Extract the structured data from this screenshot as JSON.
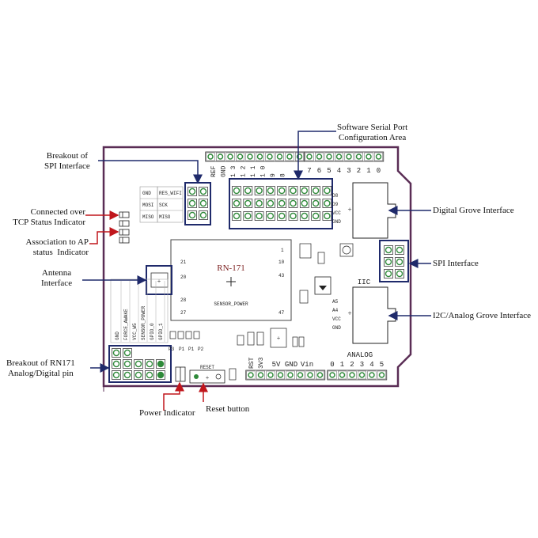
{
  "annotations": {
    "software_serial": "Software Serial Port\nConfiguration Area",
    "spi_breakout": "Breakout of\nSPI Interface",
    "tcp_status": "Connected over\nTCP Status Indicator",
    "ap_status": "Association to AP\nstatus  Indicator",
    "antenna": "Antenna\nInterface",
    "rn171_breakout": "Breakout of RN171\nAnalog/Digital pin",
    "power_indicator": "Power Indicator",
    "reset_button": "Reset button",
    "digital_grove": "Digital Grove Interface",
    "spi_interface": "SPI Interface",
    "i2c_grove": "I2C/Analog Grove Interface"
  },
  "board": {
    "module_name": "RN-171",
    "header_left_labels": [
      "REF",
      "GND",
      "1 3",
      "1 2",
      "1 1",
      "1 0",
      "9",
      "8"
    ],
    "header_right_labels": [
      "7",
      "6",
      "5",
      "4",
      "3",
      "2",
      "1",
      "0"
    ],
    "spi_labels": [
      "GND",
      "MOSI",
      "MISO",
      "RES_WIFI",
      "SCK",
      "MISO"
    ],
    "analog_title": "ANALOG",
    "analog_labels": [
      "0",
      "1",
      "2",
      "3",
      "4",
      "5"
    ],
    "power_labels": [
      "RST",
      "3V3",
      "5V",
      "GND",
      "Vin"
    ],
    "iic_label": "IIC",
    "grove_labels": [
      "D8",
      "D9",
      "VCC",
      "GND"
    ],
    "grove2_labels": [
      "A5",
      "A4",
      "VCC",
      "GND"
    ],
    "reset_label": "RESET",
    "breakout_labels": [
      "GND",
      "FORCE_AWAKE",
      "VCC_W5",
      "SENSOR_POWER",
      "GPIO_0",
      "GPIO_1"
    ],
    "module_pins": [
      "21",
      "20",
      "28",
      "27",
      "1",
      "10",
      "43",
      "47"
    ],
    "module_text": "SENSOR_POWER",
    "pin_row_labels": [
      "P3",
      "P1",
      "P1",
      "P2"
    ]
  },
  "colors": {
    "board_outline": "#5a2d55",
    "highlight_box": "#1f2a6b",
    "arrow_blue": "#1f2a6b",
    "arrow_red": "#c0161c",
    "pin_green": "#2f8a3a",
    "pin_bg": "#ffffff",
    "silk": "#2a2a2a",
    "header_gray": "#d9d9d9"
  }
}
